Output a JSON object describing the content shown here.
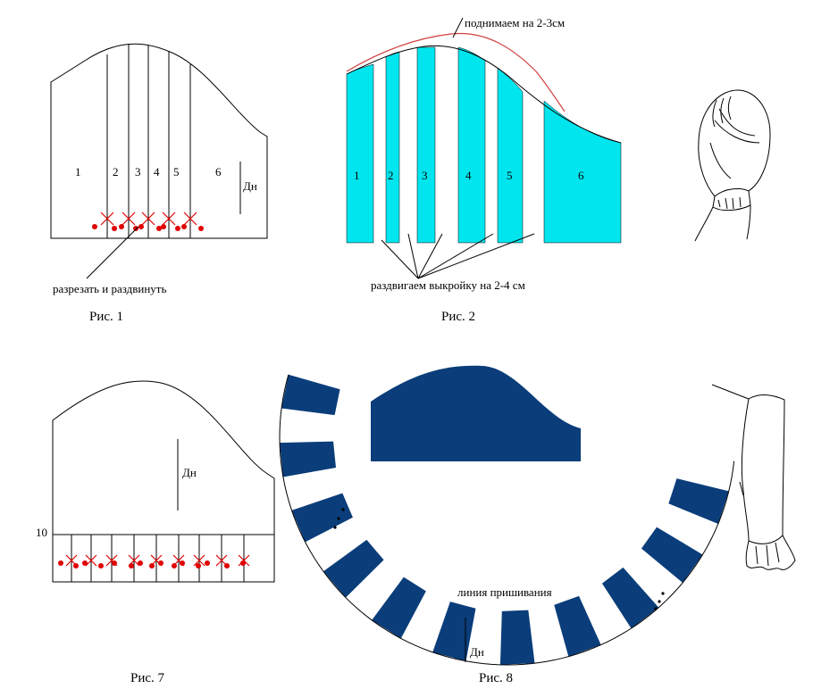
{
  "fig1": {
    "caption": "Рис. 1",
    "note": "разрезать и раздвинуть",
    "numbers": [
      "1",
      "2",
      "3",
      "4",
      "5",
      "6"
    ],
    "dn": "Дн"
  },
  "fig2": {
    "caption": "Рис. 2",
    "note_top": "поднимаем на 2-3см",
    "note_bottom": "раздвигаем выкройку на 2-4 см",
    "numbers": [
      "1",
      "2",
      "3",
      "4",
      "5",
      "6"
    ]
  },
  "fig7": {
    "caption": "Рис. 7",
    "dn": "Дн",
    "band_label": "10"
  },
  "fig8": {
    "caption": "Рис. 8",
    "note": "линия пришивания",
    "dn": "Дн"
  },
  "colors": {
    "cyan": "#00e5ee",
    "navy": "#0a3d7a",
    "red_mark": "#e00000",
    "red_line": "#d04040"
  }
}
